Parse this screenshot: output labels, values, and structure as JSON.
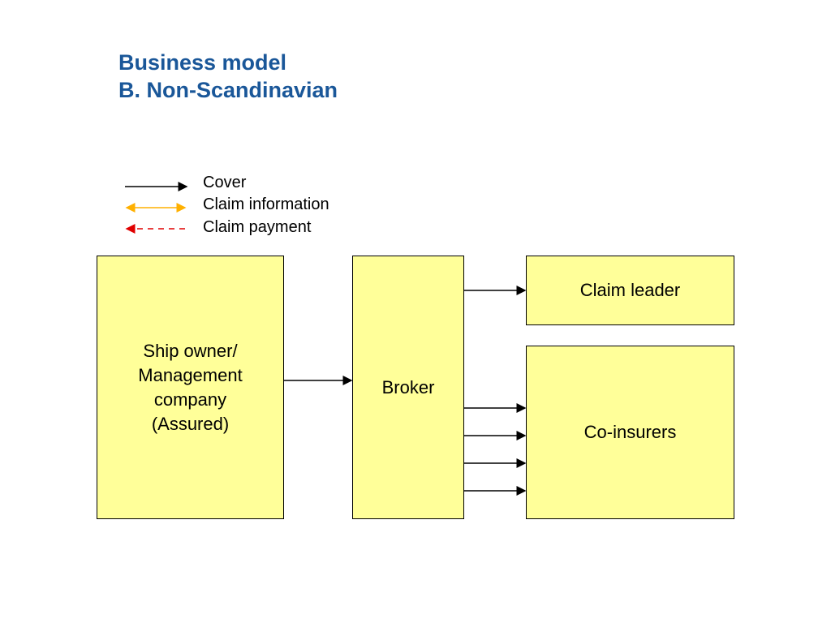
{
  "title": {
    "line1": "Business model",
    "line2": "B. Non-Scandinavian"
  },
  "legend": {
    "items": [
      {
        "label": "Cover",
        "color": "#000000",
        "style": "solid-arrow"
      },
      {
        "label": "Claim information",
        "color": "#ffb000",
        "style": "double-arrow"
      },
      {
        "label": "Claim payment",
        "color": "#e00000",
        "style": "dashed-arrow-left"
      }
    ]
  },
  "boxes": {
    "ship_owner": "Ship owner/\nManagement\ncompany\n(Assured)",
    "broker": "Broker",
    "claim_leader": "Claim leader",
    "co_insurers": "Co-insurers"
  },
  "colors": {
    "title": "#1a5799",
    "box_fill": "#ffff99",
    "cover_arrow": "#000000",
    "claim_information_arrow": "#ffb000",
    "claim_payment_arrow": "#e00000"
  }
}
